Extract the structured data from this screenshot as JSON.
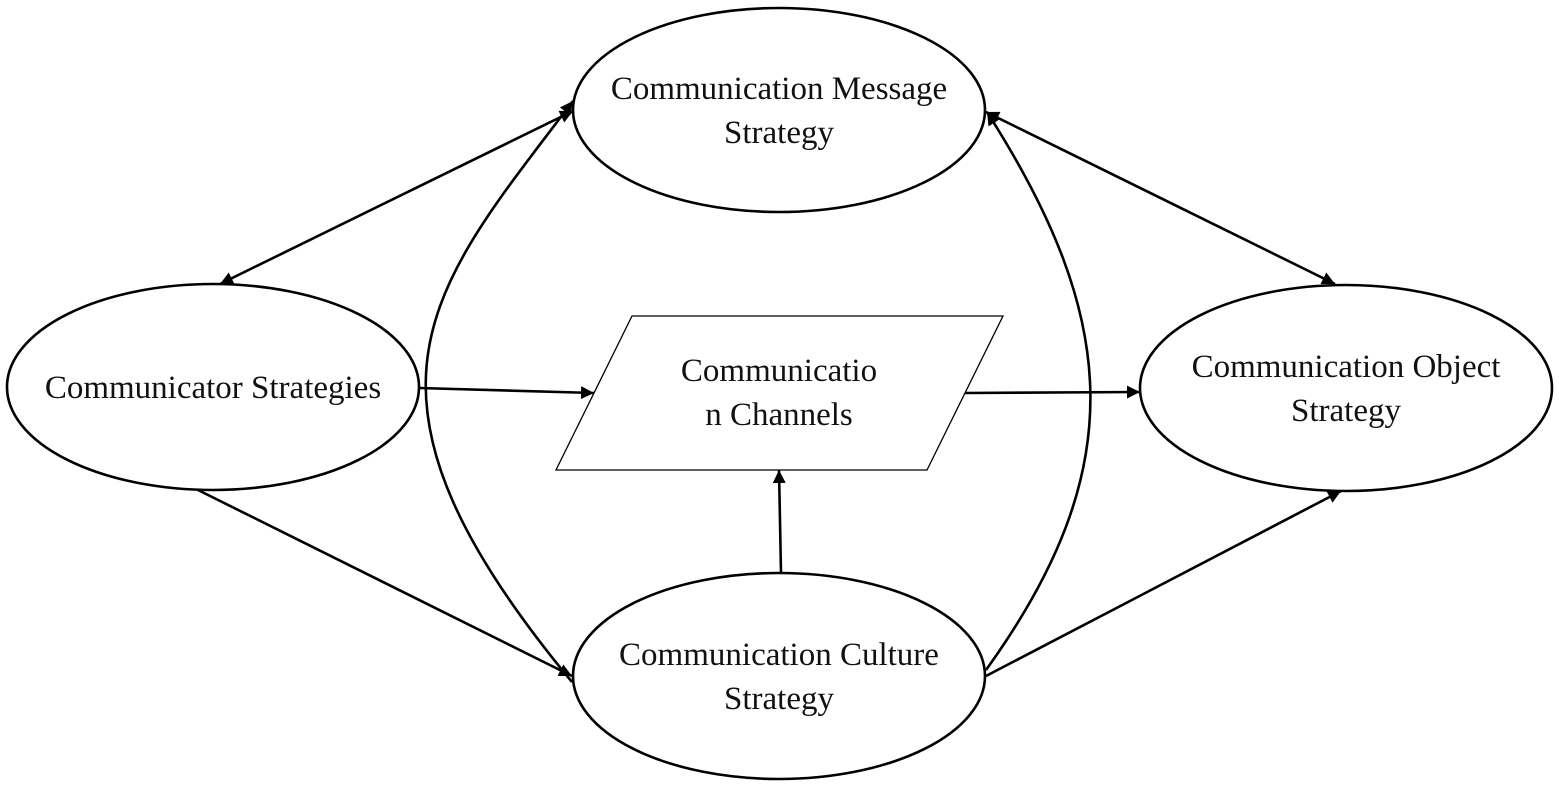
{
  "nodes": {
    "message": {
      "line1": "Communication Message",
      "line2": "Strategy"
    },
    "communicator": {
      "line1": "Communicator Strategies"
    },
    "channels": {
      "line1": "Communicatio",
      "line2": "n Channels"
    },
    "object": {
      "line1": "Communication Object",
      "line2": "Strategy"
    },
    "culture": {
      "line1": "Communication Culture",
      "line2": "Strategy"
    }
  },
  "edges": [
    {
      "from": "Communicator Strategies",
      "to": "Communication Message Strategy",
      "bidirectional": true
    },
    {
      "from": "Communication Message Strategy",
      "to": "Communication Object Strategy",
      "bidirectional": true
    },
    {
      "from": "Communicator Strategies",
      "to": "Communication Channels",
      "bidirectional": false
    },
    {
      "from": "Communication Channels",
      "to": "Communication Object Strategy",
      "bidirectional": false
    },
    {
      "from": "Communication Culture Strategy",
      "to": "Communication Channels",
      "bidirectional": false
    },
    {
      "from": "Communicator Strategies",
      "to": "Communication Culture Strategy",
      "bidirectional": false
    },
    {
      "from": "Communication Culture Strategy",
      "to": "Communication Object Strategy",
      "bidirectional": false
    },
    {
      "from": "Communication Culture Strategy",
      "to": "Communication Message Strategy",
      "bidirectional": false
    },
    {
      "from": "Communication Culture Strategy",
      "to": "Communication Message Strategy",
      "bidirectional": false
    }
  ]
}
